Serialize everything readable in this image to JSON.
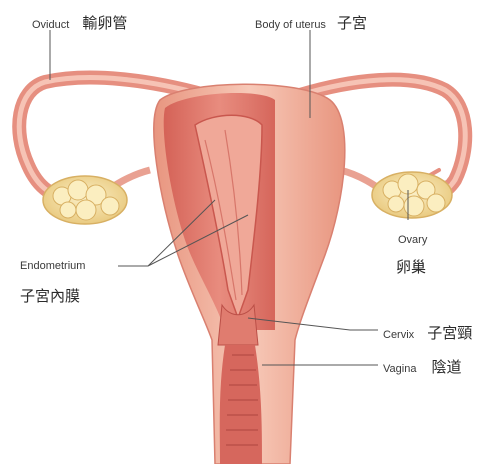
{
  "labels": {
    "oviduct": {
      "en": "Oviduct",
      "zh": "輸卵管"
    },
    "body_of_uterus": {
      "en": "Body of uterus",
      "zh": "子宮"
    },
    "endometrium": {
      "en": "Endometrium",
      "zh": "子宮內膜"
    },
    "ovary": {
      "en": "Ovary",
      "zh": "卵巢"
    },
    "cervix": {
      "en": "Cervix",
      "zh": "子宮頸"
    },
    "vagina": {
      "en": "Vagina",
      "zh": "陰道"
    }
  },
  "colors": {
    "tissue_outer": "#f2b6a8",
    "tissue_mid": "#e98e7f",
    "tissue_inner": "#d9675c",
    "cavity": "#c94e47",
    "ovary": "#f5e0a0",
    "leader": "#555555"
  }
}
